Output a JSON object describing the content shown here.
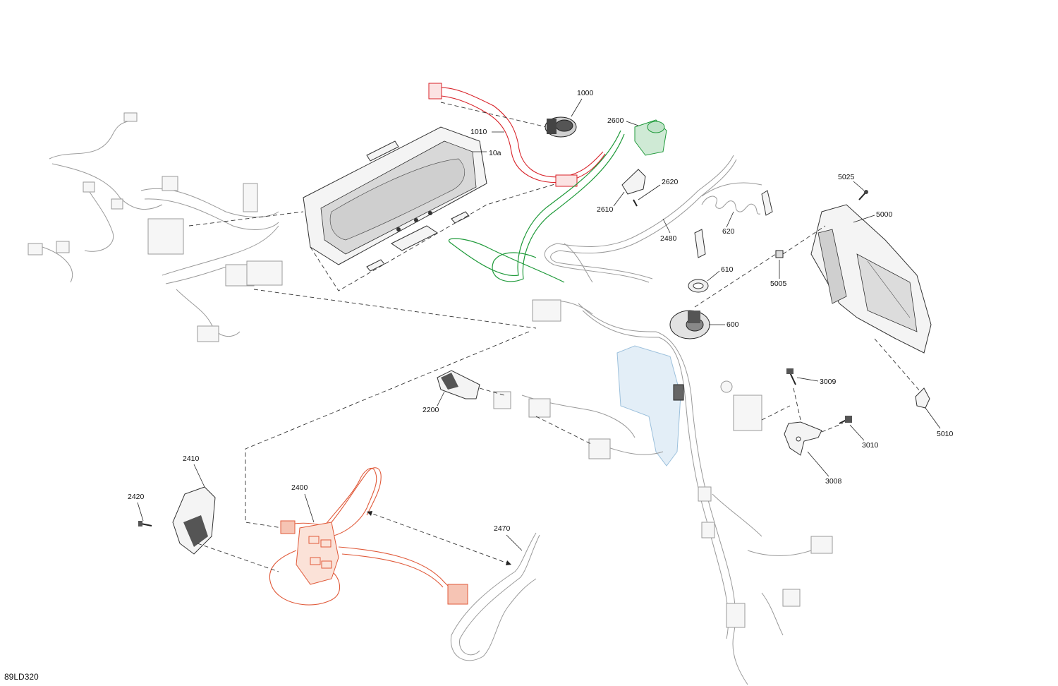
{
  "drawing_id": "89LD320",
  "callouts": [
    "1000",
    "1010",
    "10a",
    "2600",
    "2620",
    "2610",
    "2480",
    "620",
    "5025",
    "5000",
    "5005",
    "610",
    "600",
    "3009",
    "3010",
    "3008",
    "5010",
    "2200",
    "2410",
    "2420",
    "2400",
    "2470"
  ],
  "colors": {
    "red_harness": "#d8232a",
    "orange_harness": "#e05a3a",
    "green_harness": "#1f9a3a",
    "blue_frame": "#9cc0dc",
    "ghost_parts": "#9a9a9a"
  }
}
